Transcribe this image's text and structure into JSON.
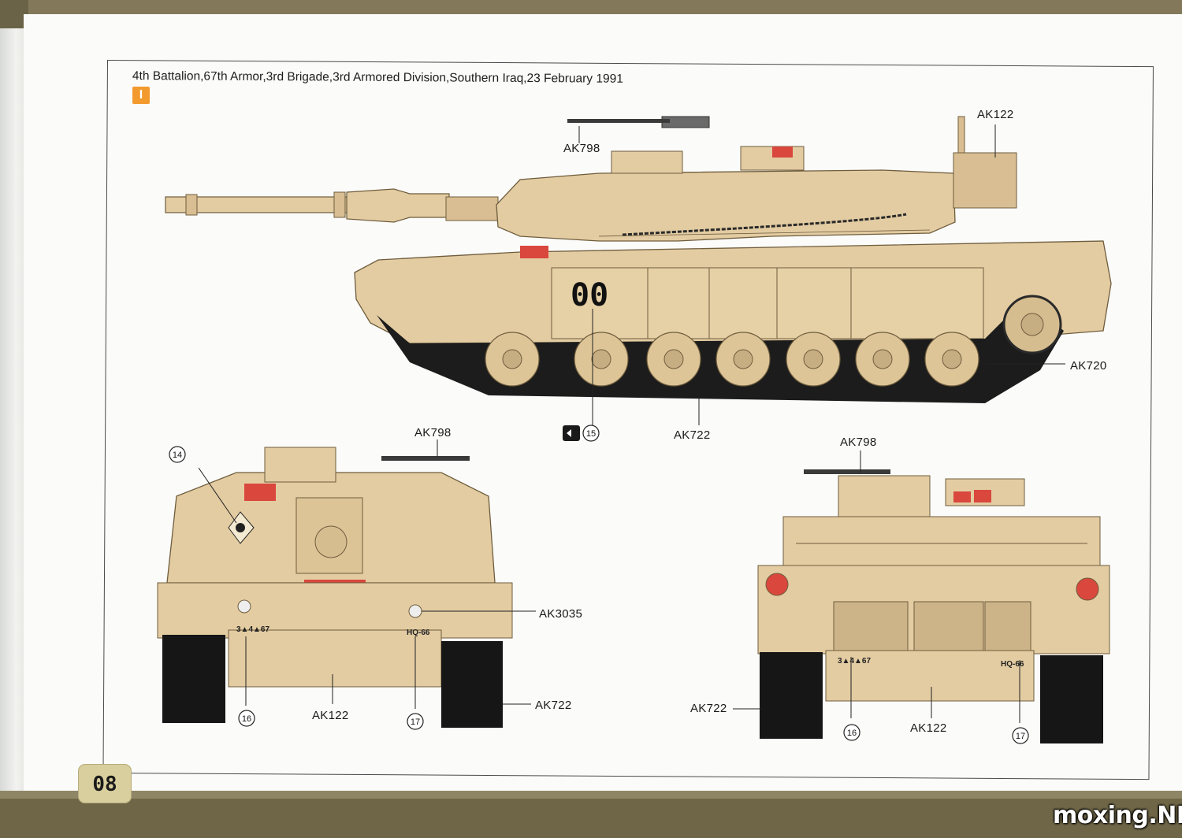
{
  "page": {
    "title": "4th Battalion,67th Armor,3rd Brigade,3rd Armored Division,Southern Iraq,23 February 1991",
    "scheme_letter": "I",
    "page_number": "08",
    "watermark": "moxing.NET"
  },
  "side_view": {
    "hull_number": "00",
    "callouts": {
      "mg": "AK798",
      "bustle": "AK122",
      "tracks_sprocket": "AK720",
      "tracks": "AK722"
    },
    "decal_marker_15": "15"
  },
  "rear_view": {
    "bumper_left": "3▲4▲67",
    "bumper_right": "HQ-66",
    "callouts": {
      "mg": "AK798",
      "lights": "AK3035",
      "tracks": "AK722",
      "hull": "AK122"
    },
    "decal_14": "14",
    "decal_16": "16",
    "decal_17": "17"
  },
  "front_view": {
    "bumper_left": "3▲4▲67",
    "bumper_right": "HQ-66",
    "callouts": {
      "mg": "AK798",
      "tracks": "AK722",
      "hull": "AK122"
    },
    "decal_16": "16",
    "decal_17": "17"
  },
  "colors": {
    "sand": "#e3cca2",
    "sand_dark": "#c7ad82",
    "track": "#1c1c1c",
    "red": "#d9473d",
    "badge_orange": "#f29a2e",
    "page_tab": "#d9cf9e",
    "band": "#6f6647"
  }
}
